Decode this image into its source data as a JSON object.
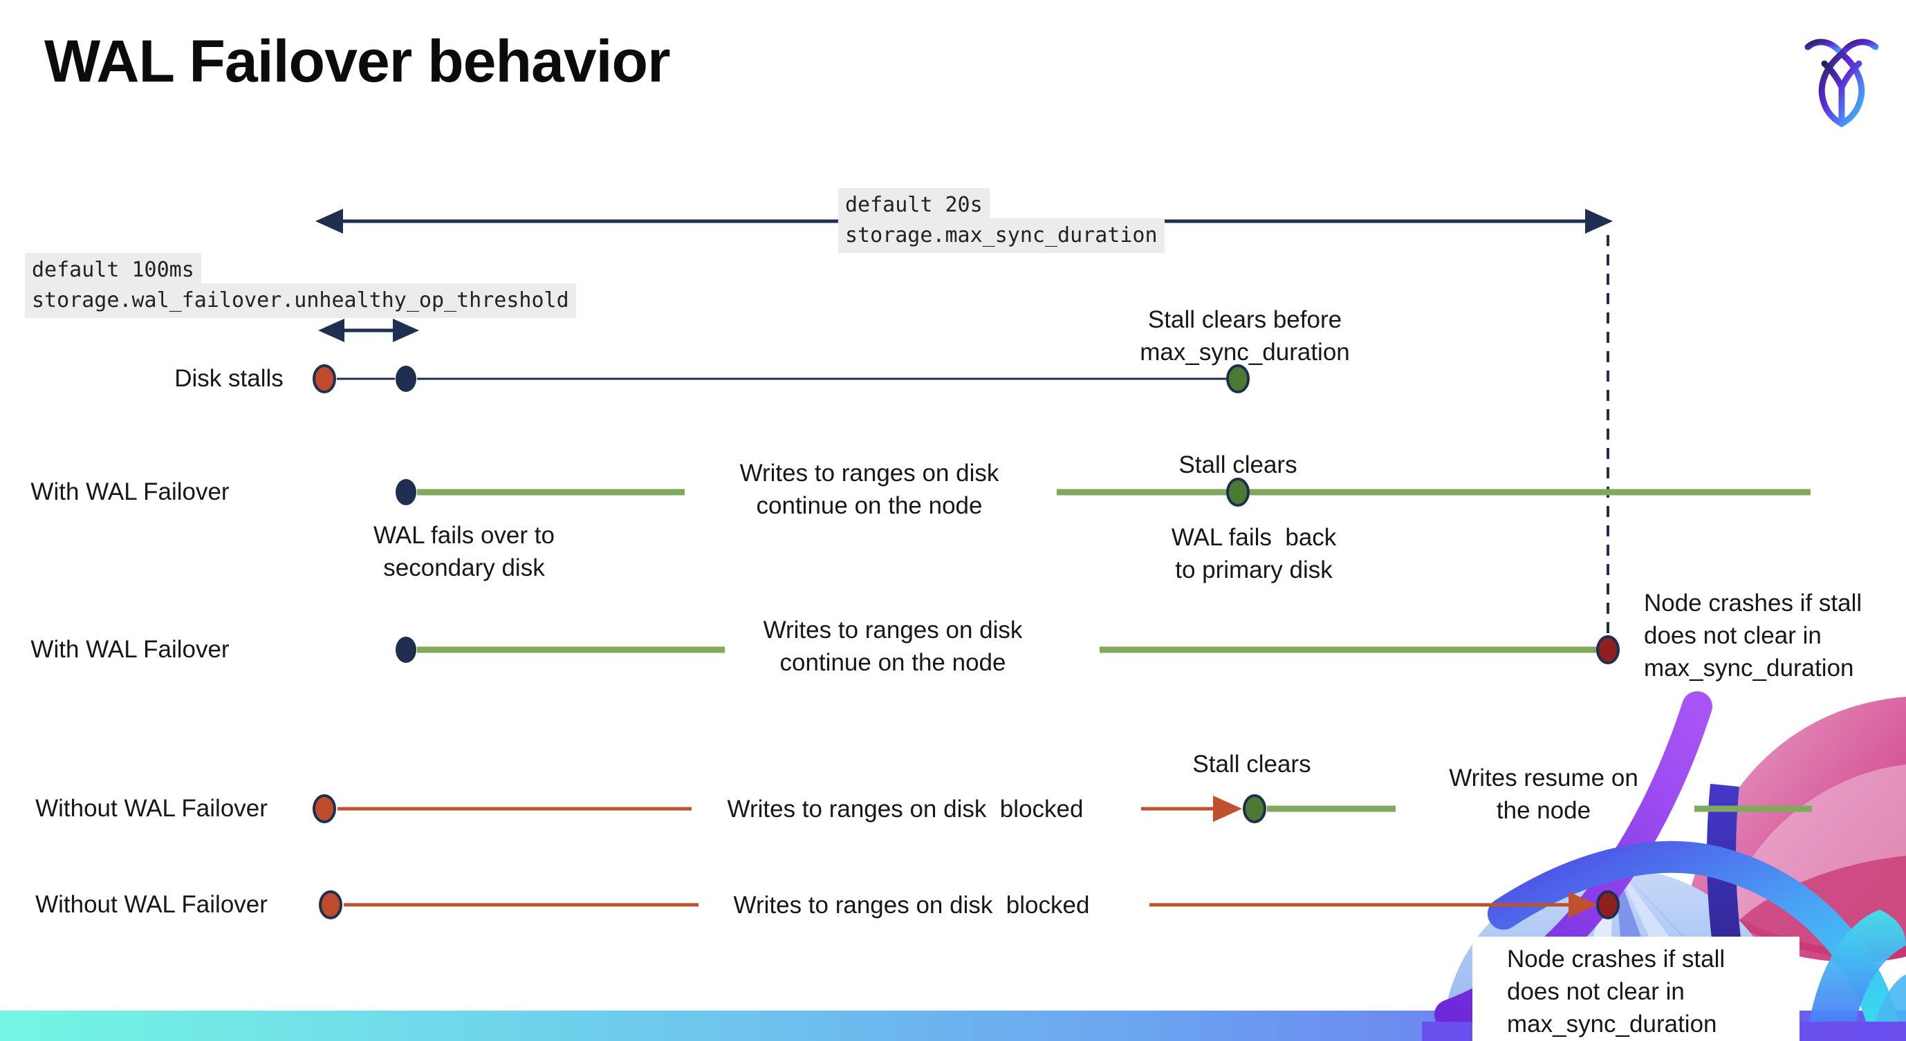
{
  "title": "WAL Failover behavior",
  "logo": {
    "name": "cockroachdb-logo"
  },
  "config_callouts": {
    "max_sync": {
      "line1": "default 20s",
      "line2": "storage.max_sync_duration"
    },
    "unhealthy_op": {
      "line1": "default 100ms",
      "line2": "storage.wal_failover.unhealthy_op_threshold"
    }
  },
  "rows": [
    {
      "label": "Disk stalls"
    },
    {
      "label": "With WAL Failover"
    },
    {
      "label": "With WAL Failover"
    },
    {
      "label": "Without WAL Failover"
    },
    {
      "label": "Without WAL Failover"
    }
  ],
  "texts": {
    "stall_clears_before": "Stall clears before\nmax_sync_duration",
    "stall_clears": "Stall clears",
    "writes_continue": "Writes to ranges on disk\ncontinue on the node",
    "wal_fails_over": "WAL fails over to\nsecondary disk",
    "wal_fails_back": "WAL fails  back\nto primary disk",
    "node_crashes": "Node crashes if stall\ndoes not clear in\nmax_sync_duration",
    "writes_blocked": "Writes to ranges on disk  blocked",
    "writes_resume": "Writes resume on\nthe node"
  },
  "colors": {
    "navy": "#1e2f4f",
    "green_line": "#7fa95c",
    "green_dot": "#4c7a33",
    "red_line": "#bf512f",
    "red_dot": "#bf4b2d",
    "maroon_dot": "#8e2020",
    "code_bg": "#ececec",
    "bar_gradient": [
      "#74f6e3",
      "#6ba4f0",
      "#6b55ee"
    ],
    "art_pink": "#cf3d7c",
    "art_purple": "#7c3aed",
    "art_cyan": "#3fd6ee",
    "art_lightblue": "#a9c6f4"
  }
}
